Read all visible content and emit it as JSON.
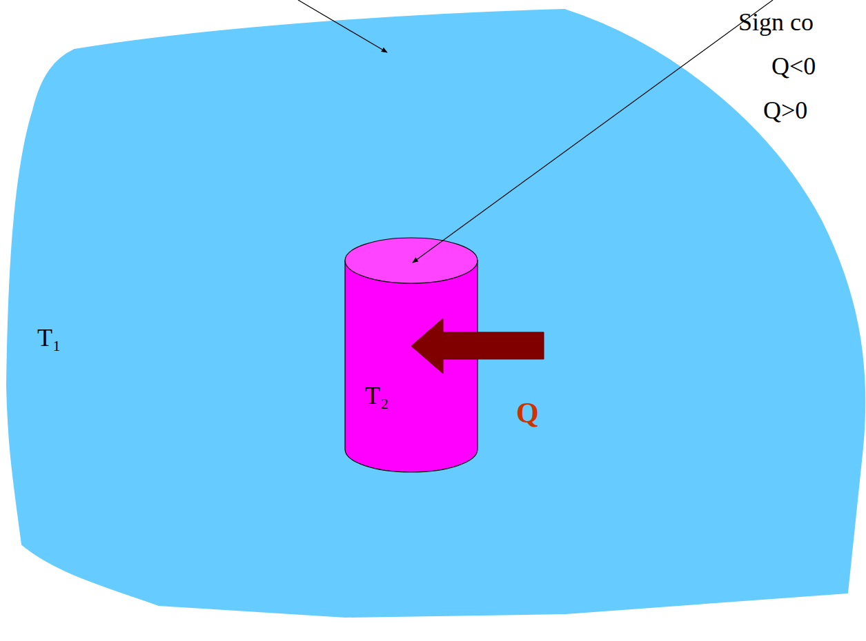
{
  "diagram": {
    "nodes": [
      {
        "text": [
          "T₁"
        ]
      },
      {
        "text": [
          "T₂"
        ],
        "in": 0
      }
    ],
    "labels": [
      "Q",
      "Sign co",
      "Q<0",
      "Q>0"
    ]
  }
}
